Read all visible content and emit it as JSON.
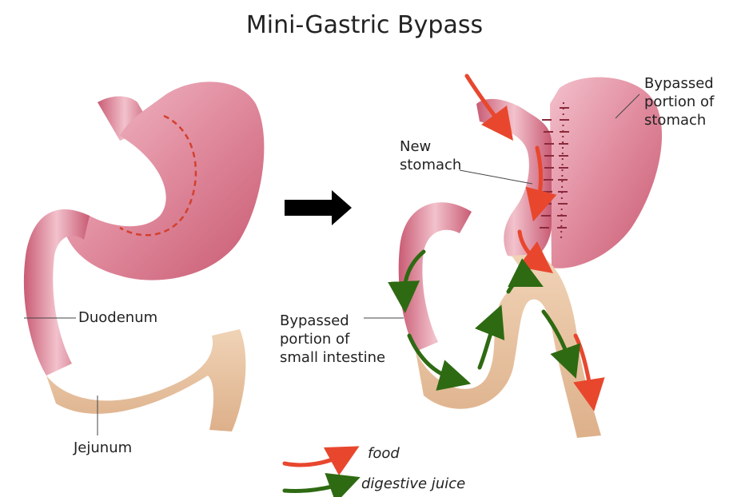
{
  "title": "Mini-Gastric Bypass",
  "labels": {
    "duodenum": "Duodenum",
    "jejunum": "Jejunum",
    "new_stomach": [
      "New",
      "stomach"
    ],
    "bypassed_stomach": [
      "Bypassed",
      "portion of",
      "stomach"
    ],
    "bypassed_intestine": [
      "Bypassed",
      "portion of",
      "small intestine"
    ]
  },
  "legend": [
    {
      "label": "food",
      "color": "#e8472e"
    },
    {
      "label": "digestive juice",
      "color": "#2e6a12"
    }
  ],
  "colors": {
    "stomach": "#d96b83",
    "stomach_light": "#f4c9d2",
    "intestine": "#e7c3a0",
    "staples": "#8a2a3c",
    "cut_line": "#d2412e",
    "process_arrow": "#000000"
  }
}
